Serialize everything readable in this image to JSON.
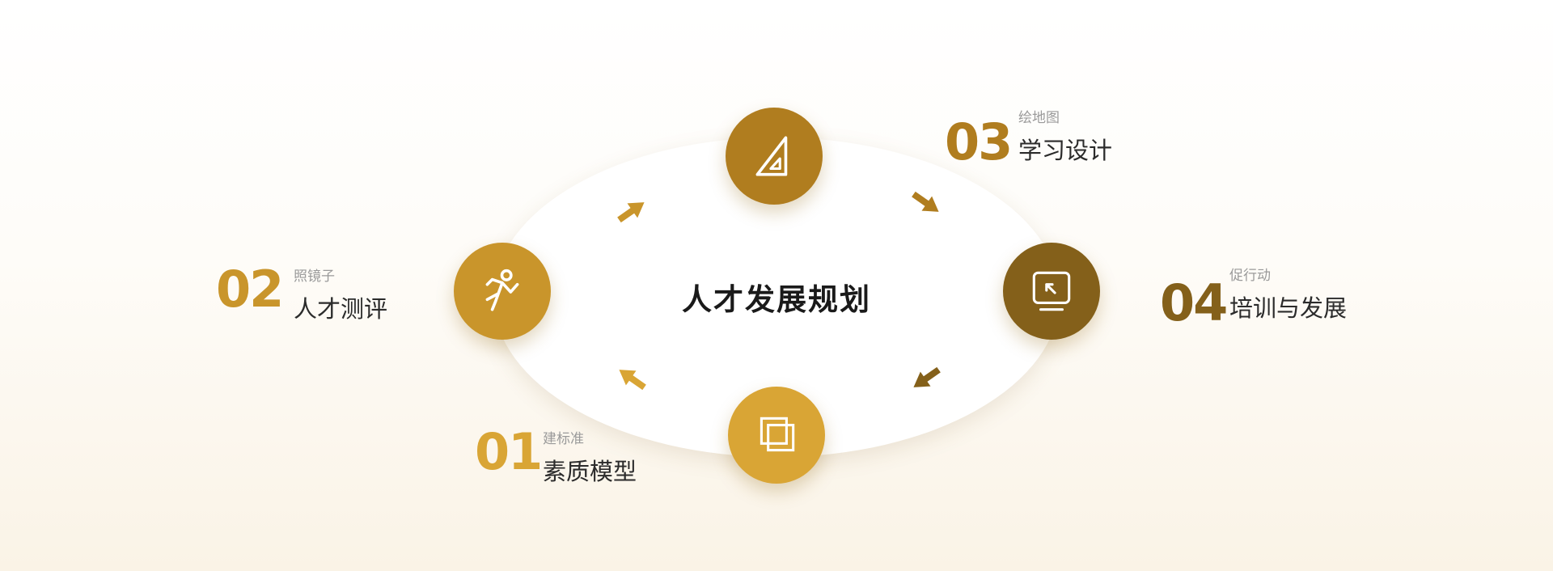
{
  "center": {
    "title": "人才发展规划"
  },
  "colors": {
    "step1": "#d9a535",
    "step2": "#c9952b",
    "step3": "#b07d1f",
    "step4": "#84601a"
  },
  "steps": [
    {
      "number": "01",
      "sub": "建标准",
      "main": "素质模型",
      "icon": "layers-icon"
    },
    {
      "number": "02",
      "sub": "照镜子",
      "main": "人才测评",
      "icon": "running-person-icon"
    },
    {
      "number": "03",
      "sub": "绘地图",
      "main": "学习设计",
      "icon": "set-square-icon"
    },
    {
      "number": "04",
      "sub": "促行动",
      "main": "培训与发展",
      "icon": "monitor-icon"
    }
  ]
}
